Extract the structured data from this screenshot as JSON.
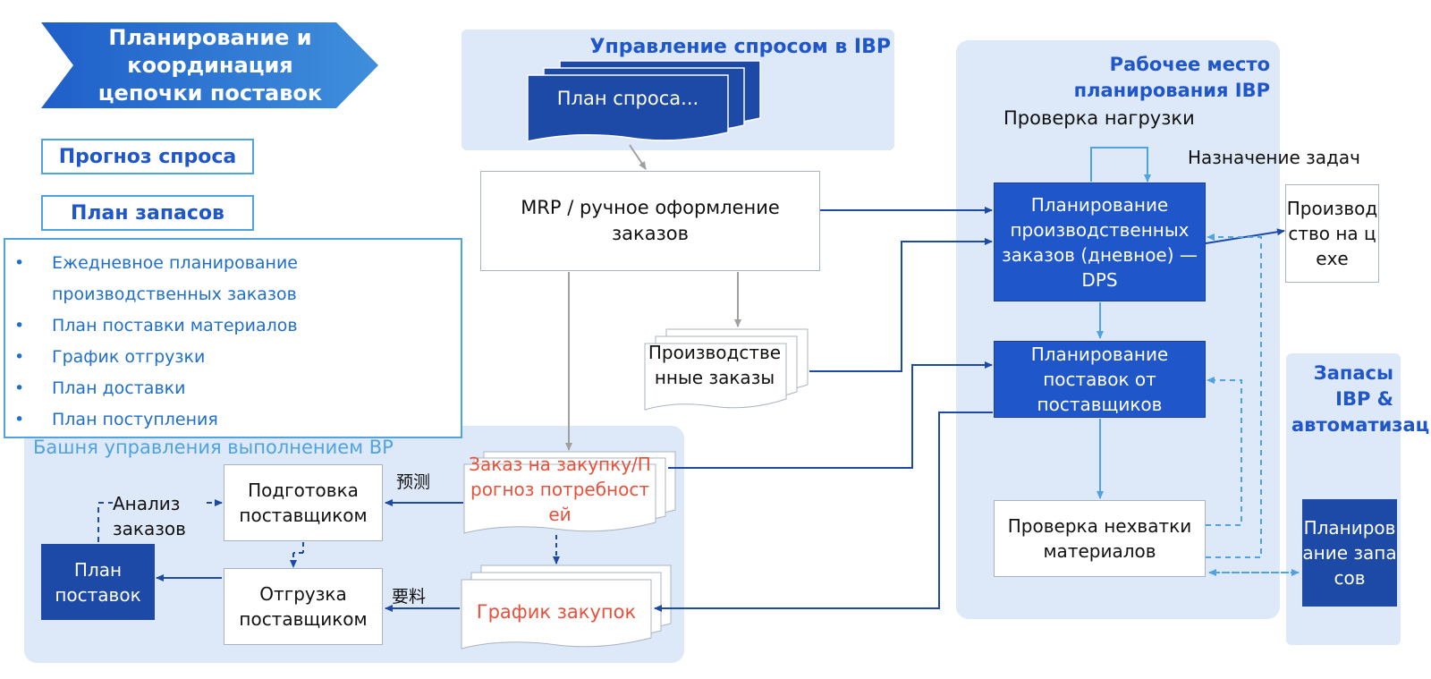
{
  "banner": {
    "title": "Планирование и координация цепочки поставок"
  },
  "left_boxes": {
    "demand_forecast": "Прогноз спроса",
    "inventory_plan": "План запасов"
  },
  "list_items": [
    "Ежедневное планирование",
    "производственных заказов",
    "План поставки материалов",
    "График отгрузки",
    "План доставки",
    "План поступления"
  ],
  "regions": {
    "demand_mgmt": "Управление спросом в IBP",
    "tower": "Башня управления выполнением BP",
    "workspace": "Рабочее место планирования IBP",
    "inventory": "Запасы IBP & автоматизация"
  },
  "nodes": {
    "demand_plan": "План спроса...",
    "mrp": "MRP / ручное оформление заказов",
    "prod_orders": "Производственные заказы",
    "purchase_request": "Заказ на закупку/Прогноз потребностей",
    "purchase_schedule": "График закупок",
    "supplier_prep": "Подготовка поставщиком",
    "supplier_ship": "Отгрузка поставщиком",
    "delivery_plan": "План поставок",
    "prod_planning": "Планирование производственных заказов (дневное) — DPS",
    "supply_planning": "Планирование поставок от поставщиков",
    "shortage_check": "Проверка нехватки материалов",
    "shop_floor": "Производство на цехе",
    "inventory_planning": "Планирование запасов"
  },
  "labels": {
    "load_check": "Проверка нагрузки",
    "task_assign": "Назначение задач",
    "order_analysis": "Анализ заказов",
    "forecast_cn": "预测",
    "material_cn": "要料"
  },
  "colors": {
    "blue_dark": "#1c4aa6",
    "blue": "#1f56c9",
    "region": "#dde8f9",
    "light_arrow": "#4fa3e0",
    "red_text": "#e8503a"
  }
}
